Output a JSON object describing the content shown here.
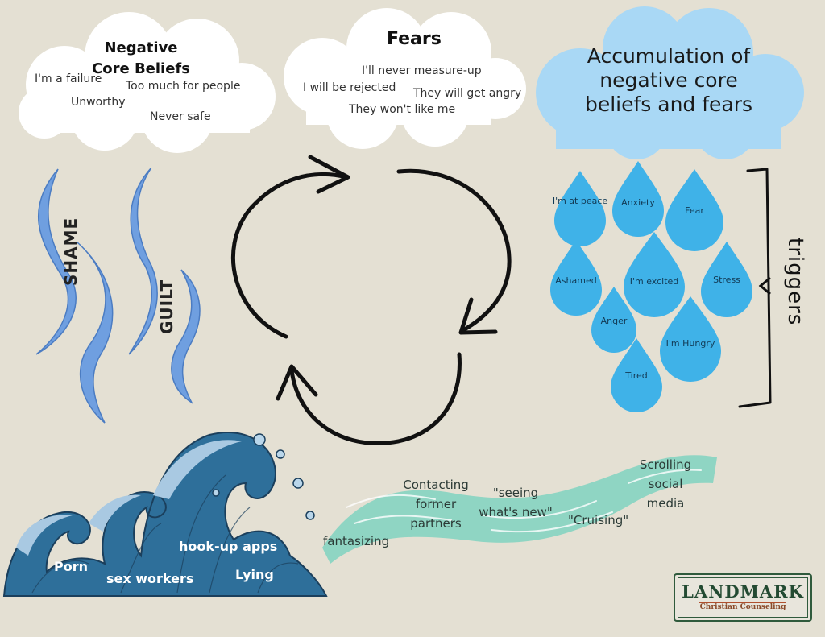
{
  "beliefs_cloud": {
    "title": "Negative Core Beliefs",
    "items": [
      "I'm a failure",
      "Too much for people",
      "Unworthy",
      "Never safe"
    ]
  },
  "fears_cloud": {
    "title": "Fears",
    "items": [
      "I'll never measure-up",
      "I will be rejected",
      "They will get angry",
      "They won't like me"
    ]
  },
  "accumulation_cloud": {
    "title": "Accumulation of negative core beliefs and fears",
    "color": "#a9d8f5"
  },
  "ribbons": [
    "SHAME",
    "GUILT"
  ],
  "drops": [
    "I'm at peace",
    "Anxiety",
    "Fear",
    "Ashamed",
    "I'm excited",
    "Stress",
    "Anger",
    "I'm Hungry",
    "Tired"
  ],
  "drop_color": "#3fb2e8",
  "triggers_label": "triggers",
  "stream": {
    "color": "#8fd5c3",
    "items": [
      "fantasizing",
      "Contacting former partners",
      "\"seeing what's new\"",
      "\"Cruising\"",
      "Scrolling social media"
    ]
  },
  "wave": {
    "color": "#2e6f9a",
    "items": [
      "Porn",
      "sex workers",
      "hook-up apps",
      "Lying"
    ]
  },
  "logo": {
    "name": "LANDMARK",
    "subtitle": "Christian Counseling"
  }
}
